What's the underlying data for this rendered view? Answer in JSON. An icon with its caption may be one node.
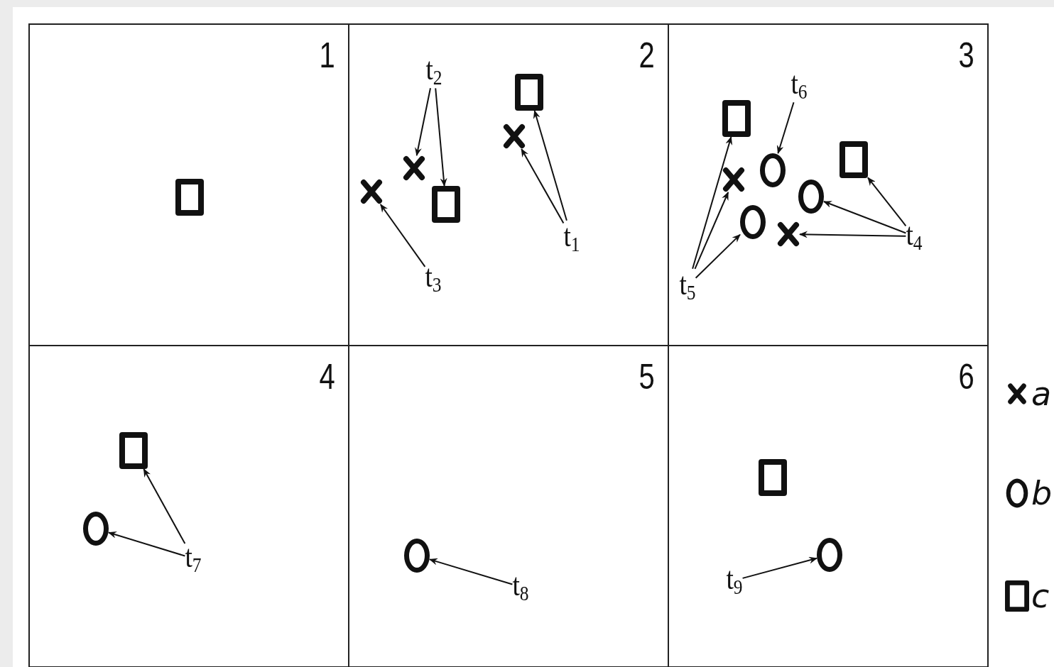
{
  "diagram": {
    "nodes": [
      {
        "text": [
          "1"
        ]
      },
      {
        "text": [],
        "shape": "box",
        "in": 0
      },
      {
        "text": [
          "2"
        ]
      },
      {
        "text": [
          "t$_{2}$"
        ],
        "in": 2
      },
      {
        "text": [],
        "shape": "box",
        "in": 2
      },
      {
        "text": [],
        "shape": "cross",
        "in": 2
      },
      {
        "text": [],
        "shape": "cross",
        "in": 2
      },
      {
        "text": [],
        "shape": "cross",
        "in": 2
      },
      {
        "text": [],
        "shape": "box",
        "in": 2
      },
      {
        "text": [
          "t$_{1}$"
        ],
        "in": 2
      },
      {
        "text": [
          "t$_{3}$"
        ],
        "in": 2
      },
      {
        "text": [
          "3"
        ]
      },
      {
        "text": [
          "t$_{6}$"
        ],
        "in": 11
      },
      {
        "text": [],
        "shape": "box",
        "in": 11
      },
      {
        "text": [],
        "shape": "box",
        "in": 11
      },
      {
        "text": [],
        "shape": "cross",
        "in": 11
      },
      {
        "text": [],
        "shape": "circle",
        "in": 11
      },
      {
        "text": [],
        "shape": "circle",
        "in": 11
      },
      {
        "text": [],
        "shape": "circle",
        "in": 11
      },
      {
        "text": [],
        "shape": "cross",
        "in": 11
      },
      {
        "text": [
          "t$_{4}$"
        ],
        "in": 11
      },
      {
        "text": [
          "t$_{5}$"
        ],
        "in": 11
      },
      {
        "text": [
          "4"
        ]
      },
      {
        "text": [],
        "shape": "box",
        "in": 22
      },
      {
        "text": [],
        "shape": "circle",
        "in": 22
      },
      {
        "text": [
          "t$_{7}$"
        ],
        "in": 22
      },
      {
        "text": [
          "5"
        ]
      },
      {
        "text": [],
        "shape": "circle",
        "in": 26
      },
      {
        "text": [
          "t$_{8}$"
        ],
        "in": 26
      },
      {
        "text": [
          "6"
        ]
      },
      {
        "text": [],
        "shape": "box",
        "in": 29
      },
      {
        "text": [],
        "shape": "circle",
        "in": 29
      },
      {
        "text": [
          "t$_{9}$"
        ],
        "in": 29
      }
    ],
    "edges": [
      {
        "from": 9,
        "to": 4,
        "arrow": "to"
      },
      {
        "from": 9,
        "to": 5,
        "arrow": "to"
      },
      {
        "from": 3,
        "to": 6,
        "arrow": "to"
      },
      {
        "from": 3,
        "to": 8,
        "arrow": "to"
      },
      {
        "from": 10,
        "to": 7,
        "arrow": "to"
      },
      {
        "from": 12,
        "to": 16,
        "arrow": "to"
      },
      {
        "from": 20,
        "to": 14,
        "arrow": "to"
      },
      {
        "from": 20,
        "to": 17,
        "arrow": "to"
      },
      {
        "from": 20,
        "to": 19,
        "arrow": "to"
      },
      {
        "from": 21,
        "to": 13,
        "arrow": "to"
      },
      {
        "from": 21,
        "to": 15,
        "arrow": "to"
      },
      {
        "from": 21,
        "to": 18,
        "arrow": "to"
      },
      {
        "from": 25,
        "to": 23,
        "arrow": "to"
      },
      {
        "from": 25,
        "to": 24,
        "arrow": "to"
      },
      {
        "from": 28,
        "to": 27,
        "arrow": "to"
      },
      {
        "from": 32,
        "to": 31,
        "arrow": "to"
      }
    ],
    "legend": [
      {
        "text": "a"
      },
      {
        "text": "b"
      },
      {
        "text": "c"
      }
    ]
  }
}
